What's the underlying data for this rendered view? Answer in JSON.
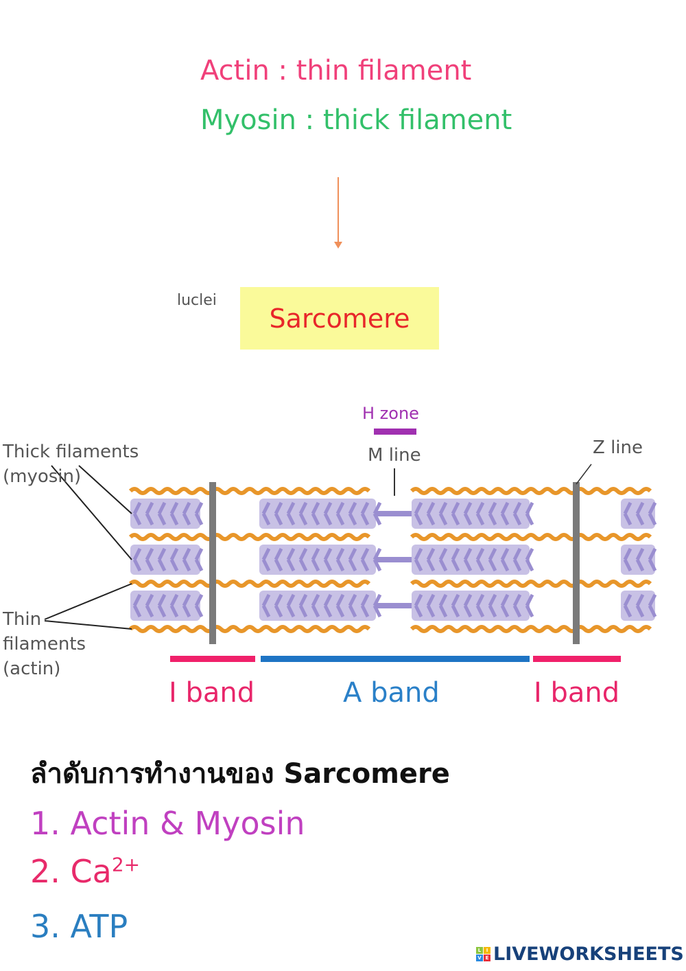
{
  "header": {
    "actin_line": "Actin : thin filament",
    "myosin_line": "Myosin : thick filament"
  },
  "box": {
    "side_label": "luclei",
    "title": "Sarcomere"
  },
  "diagram": {
    "thick_label_1": "Thick filaments",
    "thick_label_2": "(myosin)",
    "thin_label_1": "Thin",
    "thin_label_2": "filaments",
    "thin_label_3": "(actin)",
    "h_zone": "H zone",
    "m_line": "M line",
    "z_line": "Z line",
    "i_band": "I band",
    "a_band": "A band",
    "i_band_2": "I band",
    "colors": {
      "thin": "#e8962a",
      "thick": "#9a8ed0",
      "z": "#7a7a7a",
      "i_band": "#f0206a",
      "a_band": "#1e74c4",
      "h_zone": "#a030b0"
    }
  },
  "steps": {
    "heading": "ลำดับการทำงานของ Sarcomere",
    "s1": "1. Actin & Myosin",
    "s2": "2. Ca",
    "s2_sup": "2+",
    "s3": "3. ATP"
  },
  "footer": {
    "logo_tiles": [
      "L",
      "I",
      "V",
      "E"
    ],
    "logo_text": "LIVEWORKSHEETS"
  }
}
